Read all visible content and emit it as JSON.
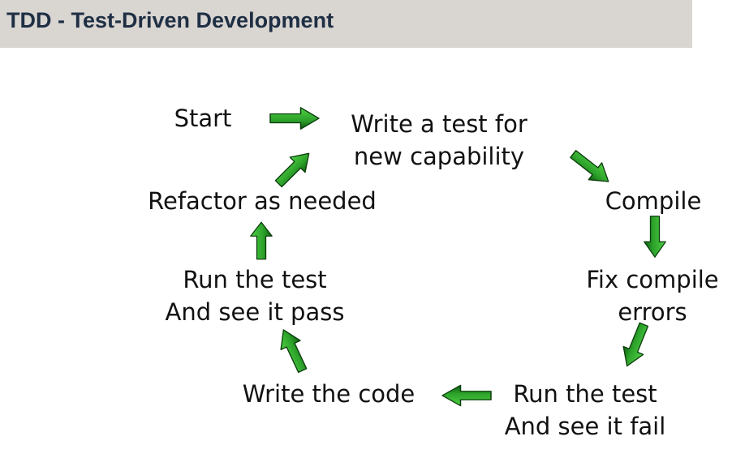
{
  "header": {
    "title": "TDD - Test-Driven Development"
  },
  "colors": {
    "header_bg": "#d9d5d1",
    "title_text": "#1f2f44",
    "arrow_light": "#3fbf3a",
    "arrow_dark": "#0d5c0f"
  },
  "diagram": {
    "nodes": {
      "start": {
        "lines": [
          "Start"
        ]
      },
      "write_test": {
        "lines": [
          "Write a test for",
          "new capability"
        ]
      },
      "compile": {
        "lines": [
          "Compile"
        ]
      },
      "fix_errors": {
        "lines": [
          "Fix compile",
          "errors"
        ]
      },
      "run_fail": {
        "lines": [
          "Run the test",
          "And see it fail"
        ]
      },
      "write_code": {
        "lines": [
          "Write the code"
        ]
      },
      "run_pass": {
        "lines": [
          "Run the test",
          "And see it pass"
        ]
      },
      "refactor": {
        "lines": [
          "Refactor as needed"
        ]
      }
    },
    "arrow_icon": "green-arrow-icon"
  }
}
